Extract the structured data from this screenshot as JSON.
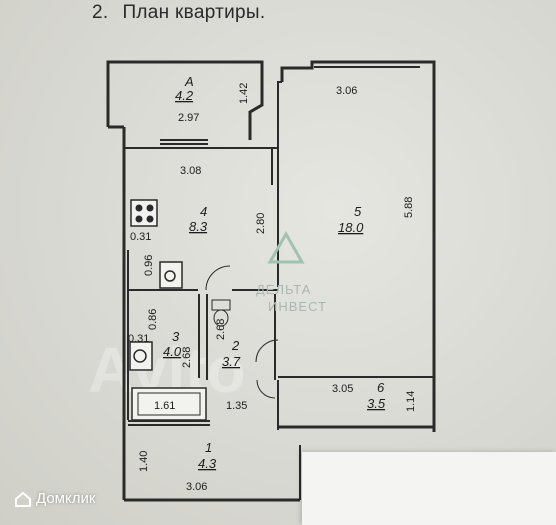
{
  "heading": {
    "number": "2.",
    "title": "План квартиры."
  },
  "rooms": [
    {
      "id": "A",
      "label": "A",
      "area": "4.2"
    },
    {
      "id": "4",
      "label": "4",
      "area": "8.3"
    },
    {
      "id": "5",
      "label": "5",
      "area": "18.0"
    },
    {
      "id": "3",
      "label": "3",
      "area": "4.0"
    },
    {
      "id": "2",
      "label": "2",
      "area": "3.7"
    },
    {
      "id": "6",
      "label": "6",
      "area": "3.5"
    },
    {
      "id": "1",
      "label": "1",
      "area": "4.3"
    }
  ],
  "dimensions": {
    "balcony_height": "1.42",
    "balcony_width": "2.97",
    "room5_width": "3.06",
    "room5_height": "5.88",
    "kitchen_width": "3.08",
    "kitchen_height": "2.80",
    "d_031_a": "0.31",
    "d_096": "0.96",
    "d_086": "0.86",
    "d_031_b": "0.31",
    "bath_height": "2.68",
    "wc_height": "2.68",
    "bathtub_length": "1.61",
    "hall_135": "1.35",
    "room6_width": "3.05",
    "room6_height": "1.14",
    "hall_height": "1.40",
    "hall_width": "3.06"
  },
  "watermark": {
    "center_line1": "ДЕЛЬТА",
    "center_line2": "ИНВЕСТ",
    "big": "Avito"
  },
  "brand": {
    "label": "Домклик"
  },
  "colors": {
    "line": "#2a2a2a",
    "paper": "#dcdcd6"
  }
}
